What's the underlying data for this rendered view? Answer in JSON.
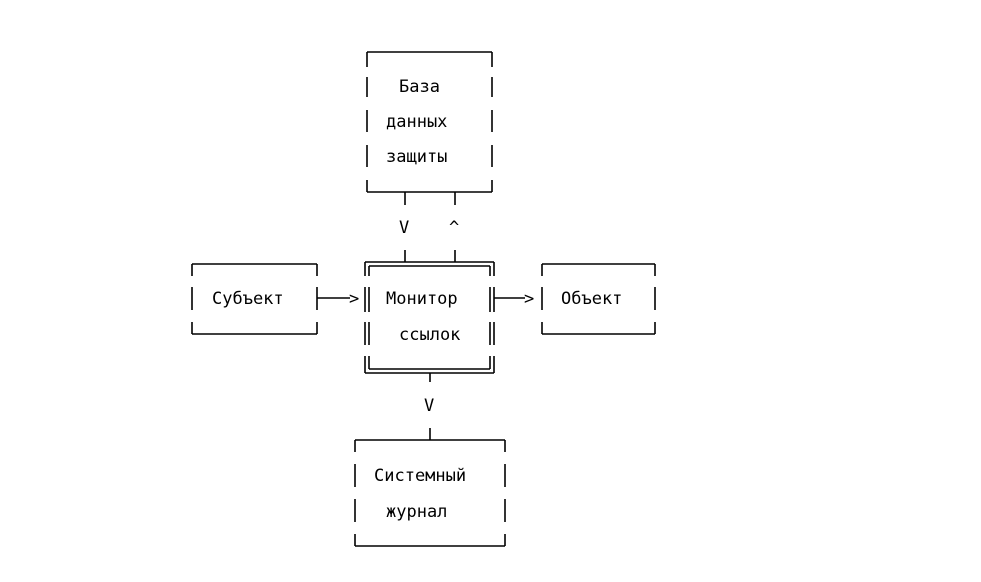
{
  "diagram": {
    "boxes": {
      "database": {
        "lines": [
          "База",
          "данных",
          "защиты"
        ]
      },
      "subject": {
        "label": "Субъект"
      },
      "monitor": {
        "lines": [
          "Монитор",
          "ссылок"
        ]
      },
      "object": {
        "label": "Объект"
      },
      "journal": {
        "lines": [
          "Системный",
          "журнал"
        ]
      }
    },
    "arrows": {
      "db_to_monitor": "V",
      "monitor_to_db": "^",
      "subject_to_monitor": ">",
      "monitor_to_object": ">",
      "monitor_to_journal": "V"
    }
  }
}
